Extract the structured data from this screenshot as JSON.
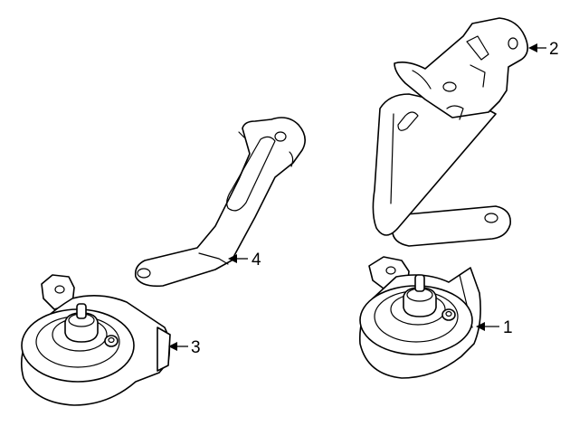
{
  "callouts": [
    {
      "id": "1",
      "label": "1",
      "part": "horn-right"
    },
    {
      "id": "2",
      "label": "2",
      "part": "bracket-upper-right"
    },
    {
      "id": "3",
      "label": "3",
      "part": "horn-left"
    },
    {
      "id": "4",
      "label": "4",
      "part": "bracket-center"
    }
  ],
  "colors": {
    "line": "#000000",
    "fill": "#ffffff"
  }
}
